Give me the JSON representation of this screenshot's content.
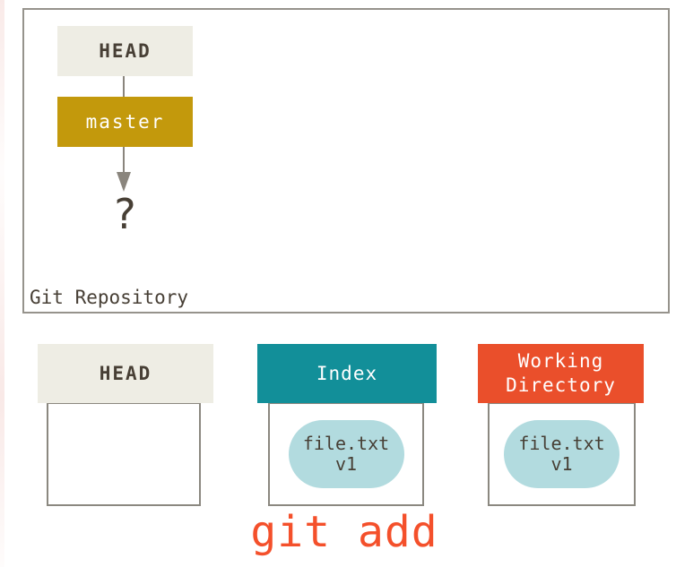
{
  "diagram": {
    "repository": {
      "label": "Git Repository",
      "head_label": "HEAD",
      "branch_label": "master",
      "pointer_target": "?"
    },
    "areas": [
      {
        "id": "head",
        "label": "HEAD",
        "files": []
      },
      {
        "id": "index",
        "label": "Index",
        "files": [
          {
            "name": "file.txt",
            "version": "v1"
          }
        ]
      },
      {
        "id": "working_directory",
        "label": "Working Directory",
        "files": [
          {
            "name": "file.txt",
            "version": "v1"
          }
        ]
      }
    ],
    "command": "git add"
  },
  "colors": {
    "beige_header": "#eeede4",
    "gold_branch": "#c3990c",
    "teal_index": "#128f99",
    "orange_working_dir": "#ea4f2b",
    "pill_blue": "#b2dbdf",
    "command_red": "#f4502b",
    "dark_text": "#473f35",
    "light_text": "#ffffff",
    "border_gray": "#96938c",
    "body_border_gray": "#8b8880",
    "arrow_gray": "#8a857d"
  }
}
